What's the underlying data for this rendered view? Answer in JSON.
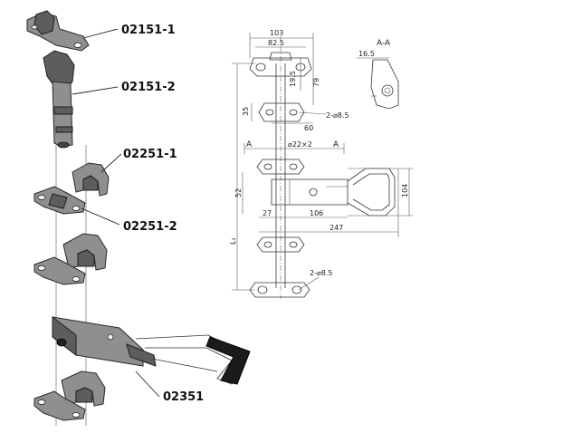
{
  "parts": {
    "p1": "02151-1",
    "p2": "02151-2",
    "p3": "02251-1",
    "p4": "02251-2",
    "p5": "02351"
  },
  "dimensions": {
    "d103": "103",
    "d82_5": "82.5",
    "d19_5": "19.5",
    "d79": "79",
    "d35": "35",
    "d60": "60",
    "d2phi8_5_top": "2-⌀8.5",
    "dA_left": "A",
    "dA_right": "A",
    "dphi22x2": "⌀22×2",
    "d52": "52",
    "d104": "104",
    "d27": "27",
    "d106": "106",
    "d247": "247",
    "dL1": "L₁",
    "d2phi8_5_bottom": "2-⌀8.5"
  },
  "section": {
    "title": "A-A",
    "dim": "16.5"
  },
  "colors": {
    "metal": "#8f8f8f",
    "rubber": "#1b1b1b",
    "lines": "#333333"
  }
}
